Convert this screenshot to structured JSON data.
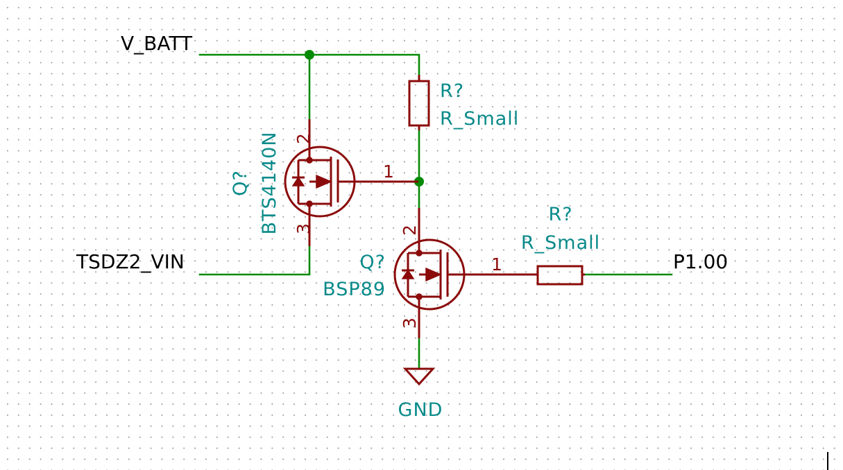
{
  "net_labels": {
    "v_batt": "V_BATT",
    "tsdz2_vin": "TSDZ2_VIN",
    "p1_00": "P1.00",
    "gnd": "GND"
  },
  "resistor_top": {
    "ref": "R?",
    "value": "R_Small"
  },
  "resistor_right": {
    "ref": "R?",
    "value": "R_Small"
  },
  "mosfet_high": {
    "ref": "Q?",
    "value": "BTS4140N",
    "pins": {
      "gate": "1",
      "drain": "2",
      "source": "3"
    }
  },
  "mosfet_low": {
    "ref": "Q?",
    "value": "BSP89",
    "pins": {
      "gate": "1",
      "drain": "2",
      "source": "3"
    }
  },
  "colors": {
    "wire": "#058a05",
    "symbol": "#8b0a0a",
    "reference": "#0a8a8a",
    "net_label": "#000000",
    "background": "#ffffff"
  }
}
